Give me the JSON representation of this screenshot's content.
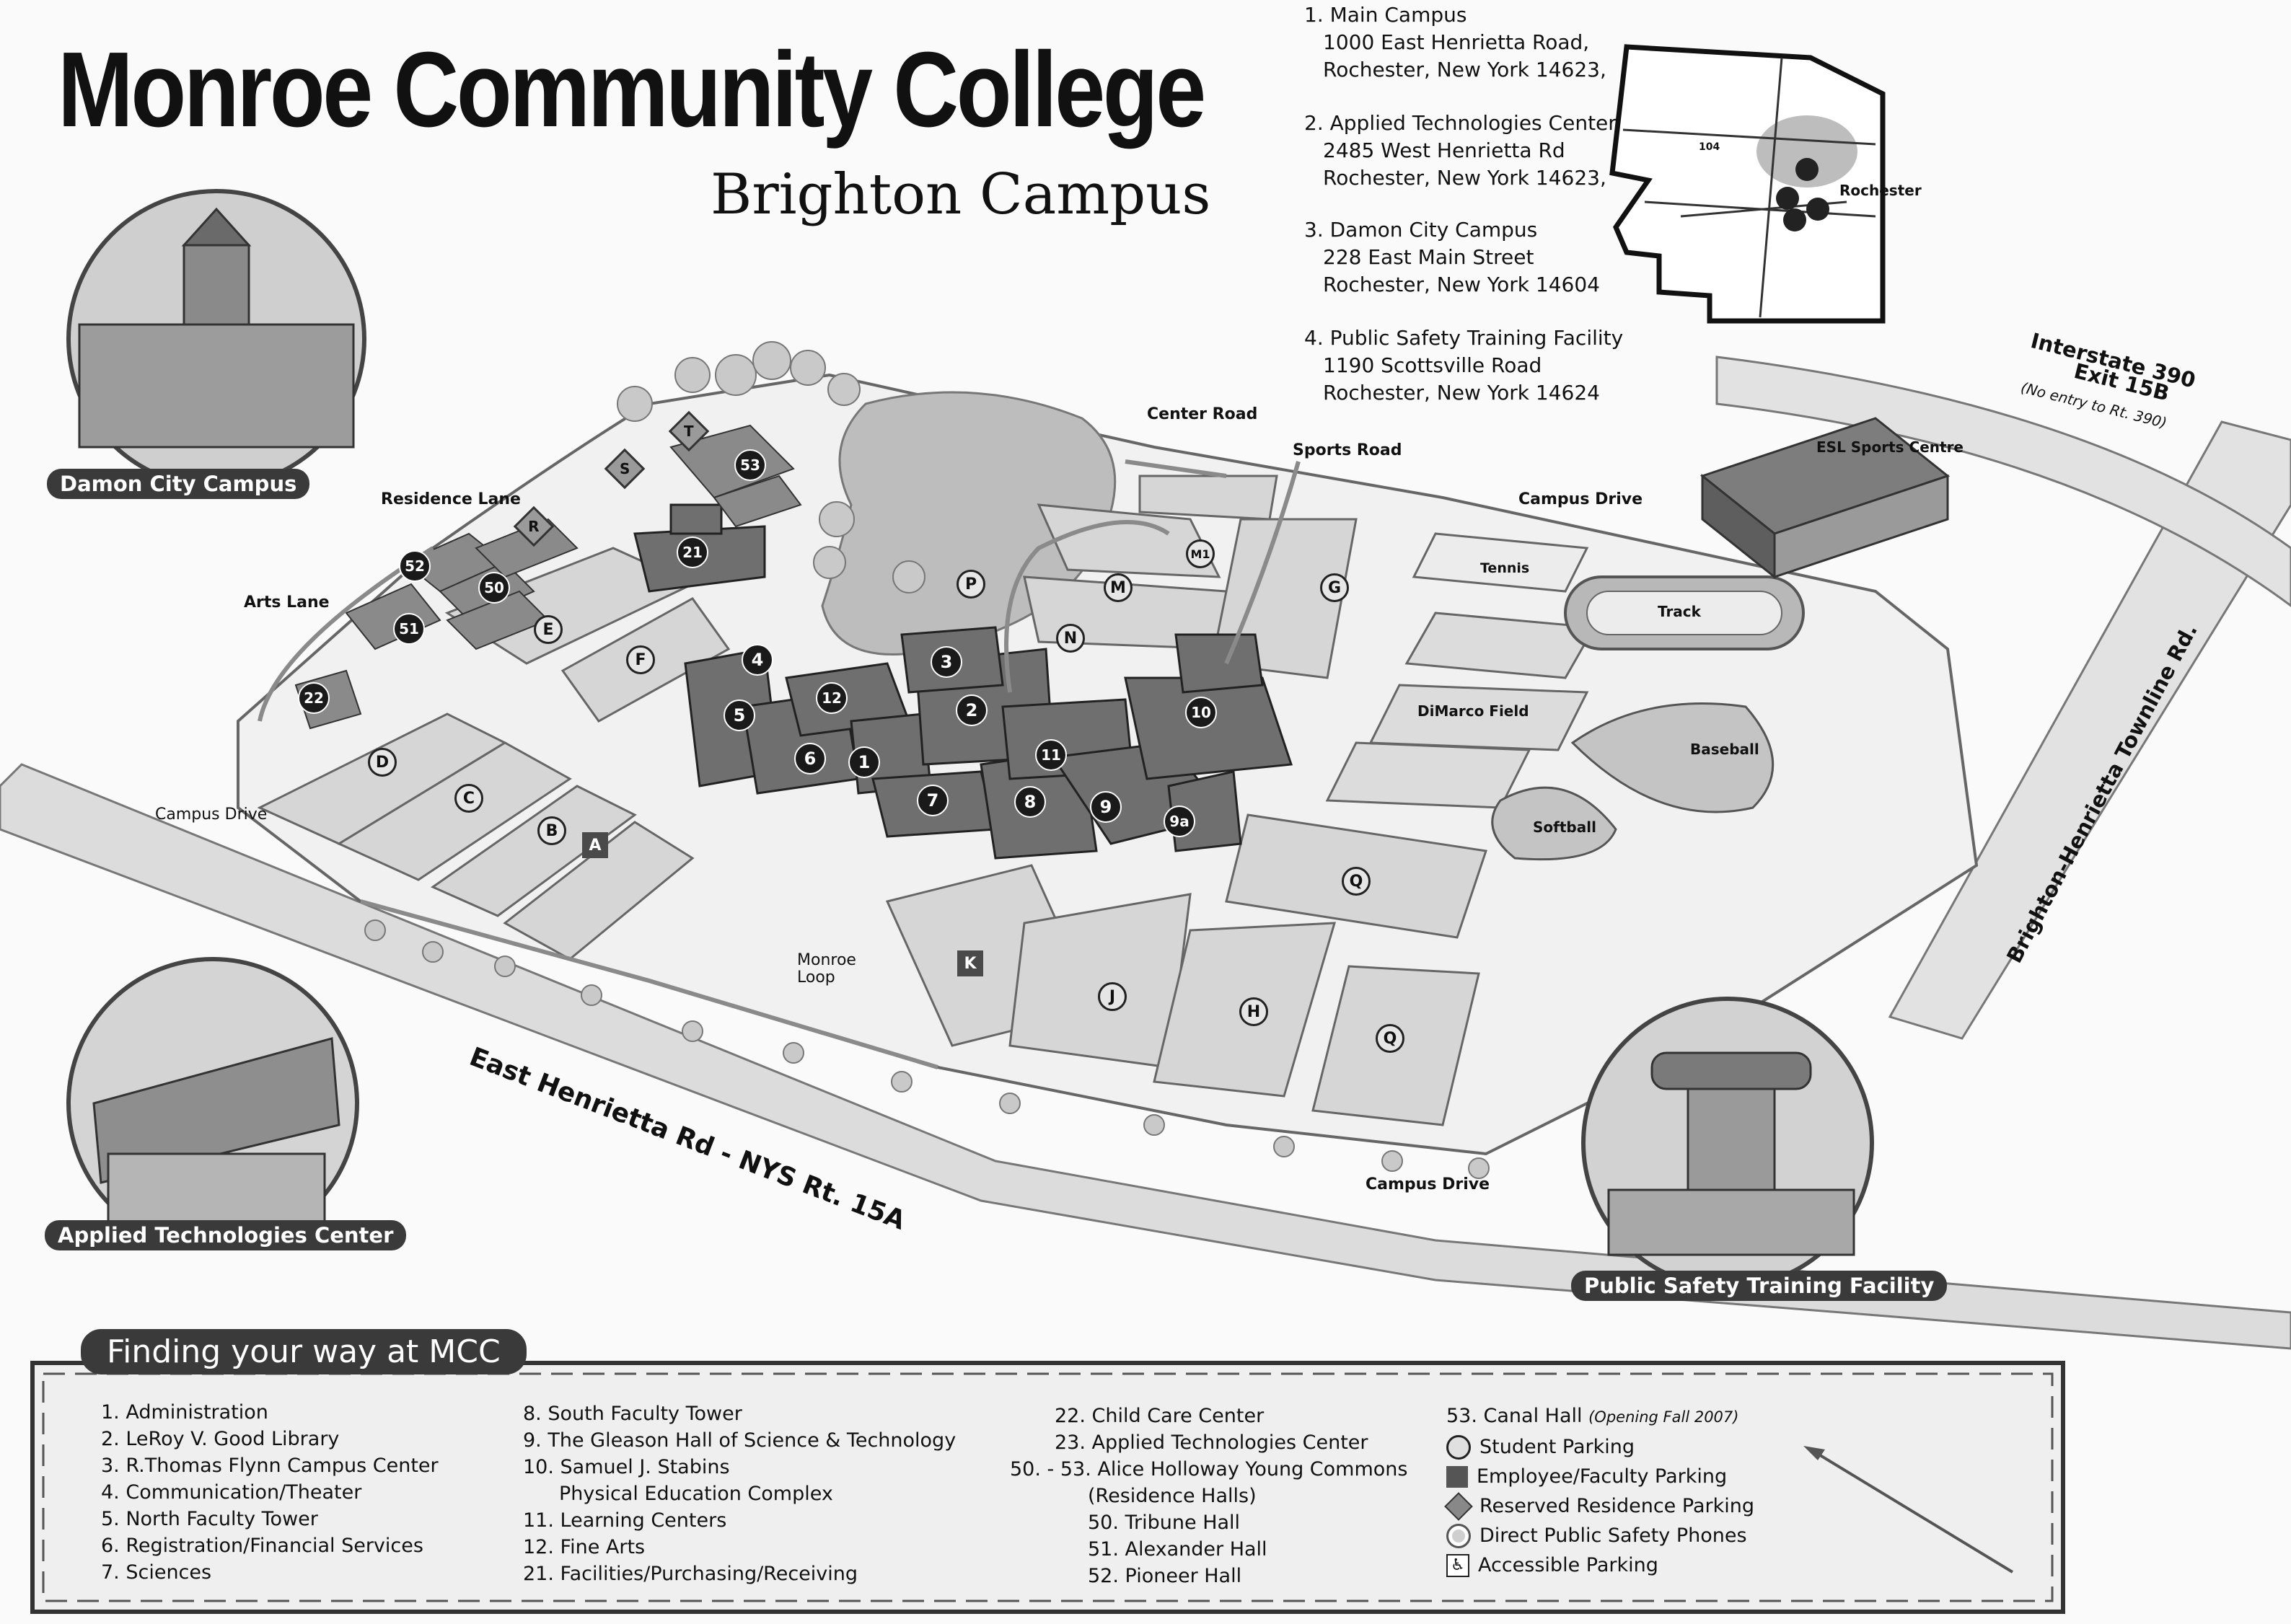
{
  "header": {
    "title": "Monroe Community College",
    "subtitle": "Brighton Campus"
  },
  "campuses": [
    {
      "lines": [
        "1. Main Campus",
        "1000 East Henrietta Road,",
        "Rochester, New York 14623,"
      ]
    },
    {
      "lines": [
        "2. Applied Technologies Center",
        "2485 West Henrietta Rd",
        "Rochester, New York 14623,"
      ]
    },
    {
      "lines": [
        "3. Damon City Campus",
        "228 East Main Street",
        "Rochester, New York 14604"
      ]
    },
    {
      "lines": [
        "4. Public Safety Training Facility",
        "1190 Scottsville Road",
        "Rochester, New York 14624"
      ]
    }
  ],
  "inset_map": {
    "city_label": "Rochester",
    "route_104": "104"
  },
  "photo_badges": {
    "damon": "Damon City Campus",
    "atc": "Applied Technologies Center",
    "pstf": "Public Safety Training Facility"
  },
  "roads": {
    "interstate_line1": "Interstate 390",
    "interstate_line2": "Exit 15B",
    "interstate_note": "(No entry to Rt. 390)",
    "towline": "Brighton-Henrietta Townline Rd.",
    "east_henrietta": "East Henrietta Rd - NYS Rt. 15A",
    "center_road": "Center Road",
    "sports_road": "Sports Road",
    "campus_drive_top": "Campus Drive",
    "campus_drive_left": "Campus Drive",
    "campus_drive_bottom": "Campus Drive",
    "residence_lane": "Residence Lane",
    "arts_lane": "Arts Lane",
    "monroe_loop": "Monroe Loop"
  },
  "facilities": {
    "esl": "ESL Sports Centre",
    "tennis": "Tennis",
    "track": "Track",
    "dimarco": "DiMarco Field",
    "baseball": "Baseball",
    "softball": "Softball"
  },
  "buildings": [
    "1",
    "2",
    "3",
    "4",
    "5",
    "6",
    "7",
    "8",
    "9",
    "9a",
    "10",
    "11",
    "12",
    "21",
    "22",
    "50",
    "51",
    "52",
    "53"
  ],
  "parking_student": [
    "B",
    "C",
    "D",
    "E",
    "F",
    "G",
    "H",
    "J",
    "M",
    "M1",
    "N",
    "P",
    "Q",
    "Q"
  ],
  "parking_employee": [
    "A",
    "K"
  ],
  "parking_reserved": [
    "R",
    "S",
    "T"
  ],
  "legend": {
    "heading": "Finding your way at MCC",
    "col1": [
      "1. Administration",
      "2. LeRoy V. Good Library",
      "3. R.Thomas Flynn Campus Center",
      "4. Communication/Theater",
      "5. North Faculty Tower",
      "6. Registration/Financial Services",
      "7. Sciences"
    ],
    "col2": [
      "8. South Faculty Tower",
      "9. The Gleason Hall of Science & Technology",
      "10. Samuel J. Stabins",
      "Physical Education Complex",
      "11. Learning Centers",
      "12. Fine Arts",
      "21. Facilities/Purchasing/Receiving"
    ],
    "col3": [
      "22. Child Care Center",
      "23. Applied Technologies Center",
      "50. - 53. Alice Holloway Young Commons",
      "(Residence Halls)",
      "50. Tribune Hall",
      "51. Alexander Hall",
      "52. Pioneer Hall"
    ],
    "col4_first": "53. Canal Hall",
    "col4_first_note": "(Opening Fall 2007)",
    "keys": [
      "Student Parking",
      "Employee/Faculty Parking",
      "Reserved Residence Parking",
      "Direct Public Safety Phones",
      "Accessible Parking"
    ]
  }
}
